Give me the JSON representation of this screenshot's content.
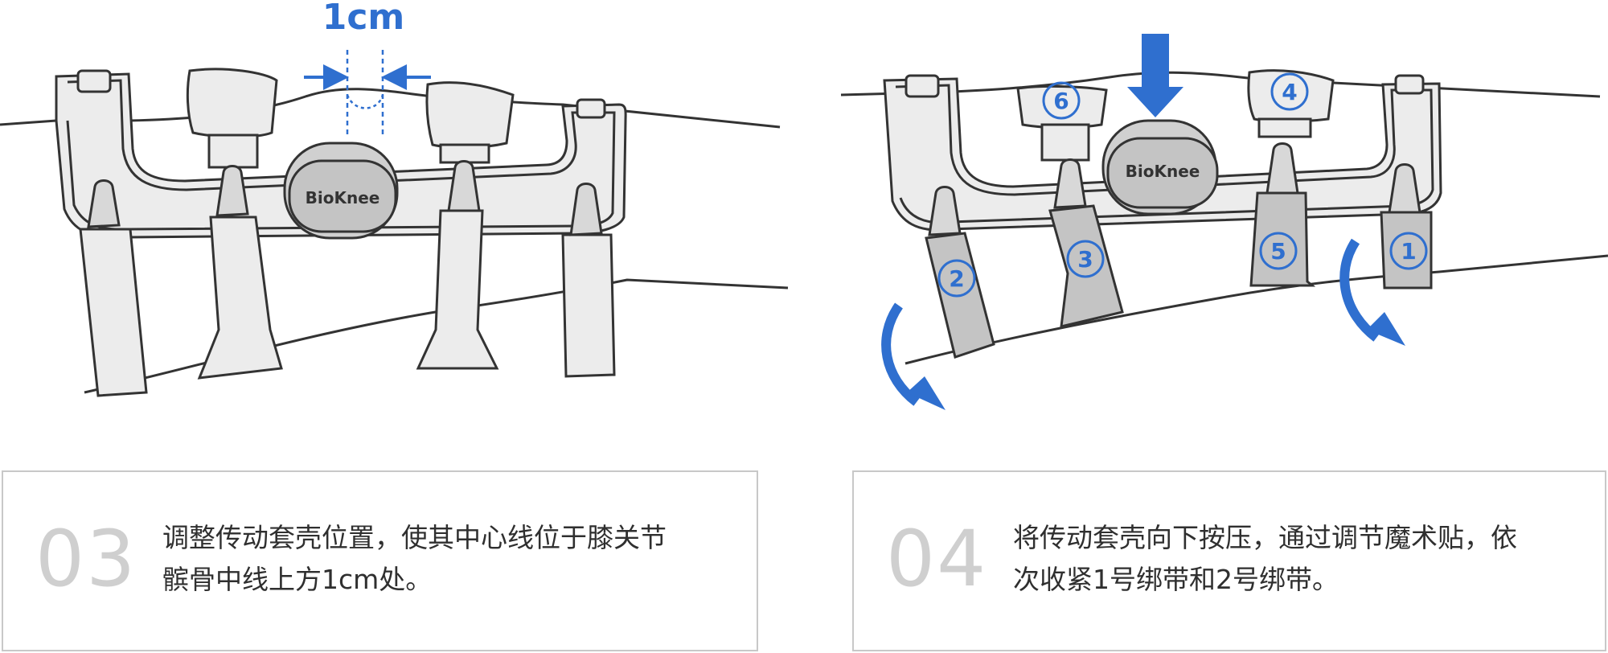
{
  "panel_left": {
    "measure_label": "1cm",
    "brand_label": "BioKnee"
  },
  "panel_right": {
    "brand_label": "BioKnee",
    "strap_numbers": [
      "1",
      "2",
      "3",
      "4",
      "5",
      "6"
    ]
  },
  "step3": {
    "number": "03",
    "line1": "调整传动套壳位置，使其中心线位于膝关节",
    "line2": "髌骨中线上方1cm处。"
  },
  "step4": {
    "number": "04",
    "line1": "将传动套壳向下按压，通过调节魔术贴，依",
    "line2": "次收紧1号绑带和2号绑带。"
  },
  "colors": {
    "accent_blue": "#2f6fcf",
    "outline": "#333333",
    "fill_light": "#ececec",
    "fill_gray": "#c4c4c4"
  }
}
